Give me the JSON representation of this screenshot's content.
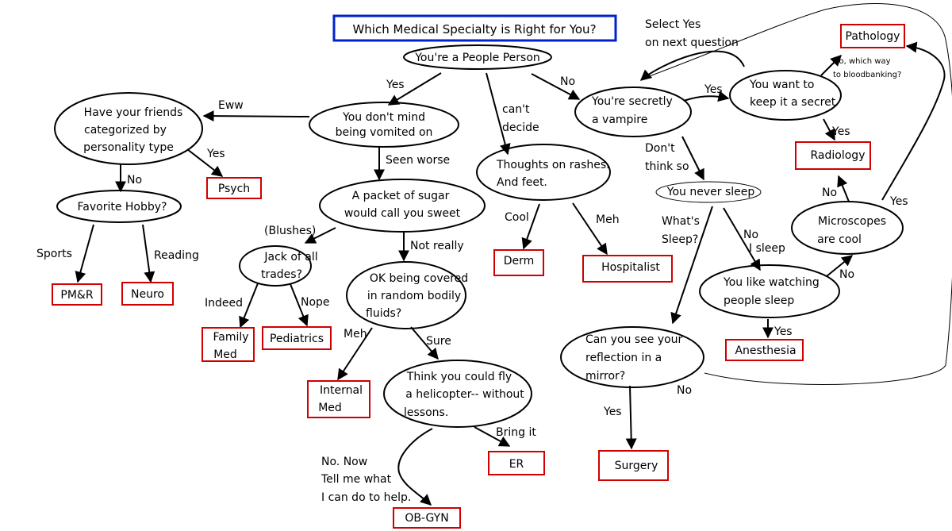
{
  "title": "Which Medical Specialty is Right for You?",
  "questions": {
    "people_person": [
      "You're a People Person"
    ],
    "vomit": [
      "You don't mind",
      "being vomited on"
    ],
    "friends": [
      "Have your friends",
      "categorized by",
      "personality type"
    ],
    "hobby": [
      "Favorite Hobby?"
    ],
    "sugar": [
      "A packet of sugar",
      "would call you sweet"
    ],
    "jack": [
      "Jack of all",
      "trades?"
    ],
    "fluids": [
      "OK being covered",
      "in random bodily",
      "fluids?"
    ],
    "helicopter": [
      "Think you could fly",
      "a helicopter-- without",
      "lessons."
    ],
    "rashes": [
      "Thoughts on rashes.",
      "And feet."
    ],
    "vampire": [
      "You're secretly",
      "a vampire"
    ],
    "secret": [
      "You want to",
      "keep it a secret"
    ],
    "never_sleep": [
      "You never sleep"
    ],
    "microscopes": [
      "Microscopes",
      "are cool"
    ],
    "watch_sleep": [
      "You like watching",
      "people sleep"
    ],
    "mirror": [
      "Can you see your",
      "reflection in a",
      "mirror?"
    ]
  },
  "outcomes": {
    "psych": [
      "Psych"
    ],
    "pmr": [
      "PM&R"
    ],
    "neuro": [
      "Neuro"
    ],
    "family_med": [
      "Family",
      "Med"
    ],
    "pediatrics": [
      "Pediatrics"
    ],
    "internal_med": [
      "Internal",
      "Med"
    ],
    "er": [
      "ER"
    ],
    "obgyn": [
      "OB-GYN"
    ],
    "derm": [
      "Derm"
    ],
    "hospitalist": [
      "Hospitalist"
    ],
    "pathology": [
      "Pathology"
    ],
    "radiology": [
      "Radiology"
    ],
    "anesthesia": [
      "Anesthesia"
    ],
    "surgery": [
      "Surgery"
    ]
  },
  "edge_labels": {
    "yes_vomit": [
      "Yes"
    ],
    "no_vampire": [
      "No"
    ],
    "cant_decide": [
      "can't",
      "decide"
    ],
    "eww": [
      "Eww"
    ],
    "yes_psych": [
      "Yes"
    ],
    "no_hobby": [
      "No"
    ],
    "sports": [
      "Sports"
    ],
    "reading": [
      "Reading"
    ],
    "seen_worse": [
      "Seen worse"
    ],
    "blushes": [
      "(Blushes)"
    ],
    "not_really": [
      "Not really"
    ],
    "indeed": [
      "Indeed"
    ],
    "nope": [
      "Nope"
    ],
    "meh_internal": [
      "Meh"
    ],
    "sure": [
      "Sure"
    ],
    "bring_it": [
      "Bring it"
    ],
    "no_now": [
      "No. Now",
      "Tell me what",
      "I can do to help."
    ],
    "cool": [
      "Cool"
    ],
    "meh_hosp": [
      "Meh"
    ],
    "yes_secret": [
      "Yes"
    ],
    "dont_think_so": [
      "Don't",
      "think so"
    ],
    "yes_radiology": [
      "Yes"
    ],
    "no_pathology": [
      "No, which way",
      "to bloodbanking?"
    ],
    "select_yes": [
      "Select Yes",
      "on next question"
    ],
    "whats_sleep": [
      "What's",
      "Sleep?"
    ],
    "no_i_sleep": [
      "No",
      "I sleep"
    ],
    "no_microscopes": [
      "No"
    ],
    "yes_anesthesia": [
      "Yes"
    ],
    "no_radiology": [
      "No"
    ],
    "yes_pathology": [
      "Yes"
    ],
    "yes_surgery": [
      "Yes"
    ],
    "no_mirror": [
      "No"
    ]
  },
  "colors": {
    "question_border": "#000000",
    "outcome_border": "#d00000",
    "title_border": "#0022cc"
  }
}
